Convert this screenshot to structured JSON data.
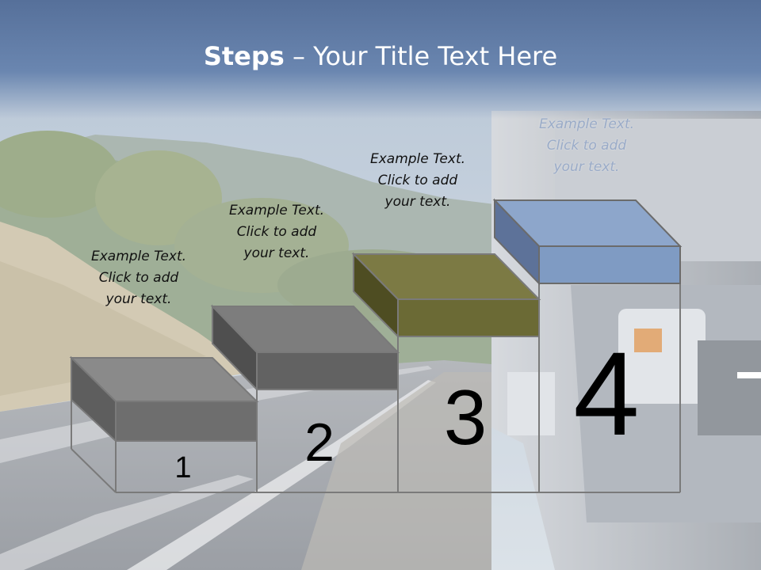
{
  "slide": {
    "title_bold": "Steps",
    "title_rest": " – Your Title Text Here"
  },
  "steps": [
    {
      "number": "1",
      "caption_line1": "Example Text.",
      "caption_line2": "Click  to add",
      "caption_line3": "your text.",
      "color": "#6e6e6e"
    },
    {
      "number": "2",
      "caption_line1": "Example Text.",
      "caption_line2": "Click  to add",
      "caption_line3": "your text.",
      "color": "#626262"
    },
    {
      "number": "3",
      "caption_line1": "Example Text.",
      "caption_line2": "Click  to add",
      "caption_line3": "your text.",
      "color": "#6b6a35"
    },
    {
      "number": "4",
      "caption_line1": "Example Text.",
      "caption_line2": "Click  to add",
      "caption_line3": "your text.",
      "color": "#7f9bc3"
    }
  ],
  "background": {
    "theme": "road-landscape-with-camper-van",
    "sky": "#6a86b0",
    "hill": "#b7ad8e",
    "road": "#8a8f98"
  }
}
